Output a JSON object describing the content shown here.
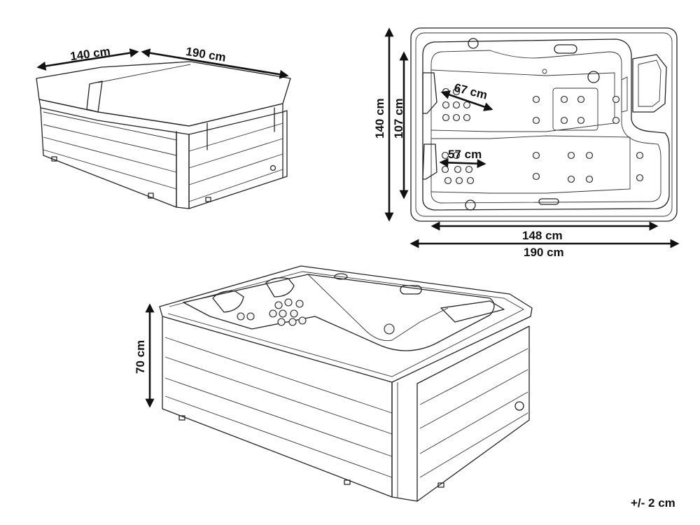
{
  "dimensions": {
    "cover_depth": "140 cm",
    "cover_width": "190 cm",
    "plan_outer_depth": "140 cm",
    "plan_inner_depth": "107 cm",
    "seat_upper": "67 cm",
    "seat_lower": "57 cm",
    "plan_inner_width": "148 cm",
    "plan_outer_width": "190 cm",
    "height": "70 cm"
  },
  "tolerance": "+/- 2 cm"
}
